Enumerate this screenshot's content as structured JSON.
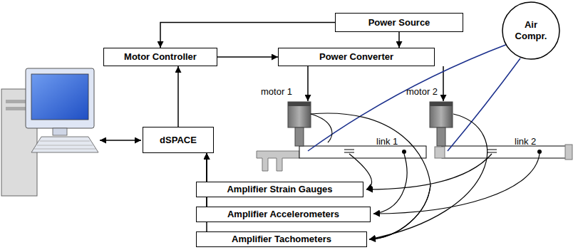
{
  "diagram": {
    "nodes": [
      {
        "text": [
          "Power Source"
        ]
      },
      {
        "text": [
          "Motor Controller"
        ]
      },
      {
        "text": [
          "Power Converter"
        ]
      },
      {
        "text": [
          "Air Compr."
        ]
      },
      {
        "text": [
          "dSPACE"
        ]
      },
      {
        "text": [
          "Amplifier Strain Gauges"
        ]
      },
      {
        "text": [
          "Amplifier Accelerometers"
        ]
      },
      {
        "text": [
          "Amplifier Tachometers"
        ]
      }
    ],
    "edges": [
      {
        "from": 0,
        "to": 1,
        "arrow": "to"
      },
      {
        "from": 0,
        "to": 2,
        "arrow": "to"
      },
      {
        "from": 1,
        "to": 2,
        "arrow": "to"
      },
      {
        "from": 4,
        "to": 1,
        "arrow": "to"
      },
      {
        "from": 5,
        "to": 4,
        "arrow": "to"
      },
      {
        "from": 6,
        "to": 4,
        "arrow": "to"
      },
      {
        "from": 7,
        "to": 4,
        "arrow": "to"
      }
    ],
    "labels": [
      "motor 1",
      "motor 2",
      "link 1",
      "link 2"
    ]
  }
}
